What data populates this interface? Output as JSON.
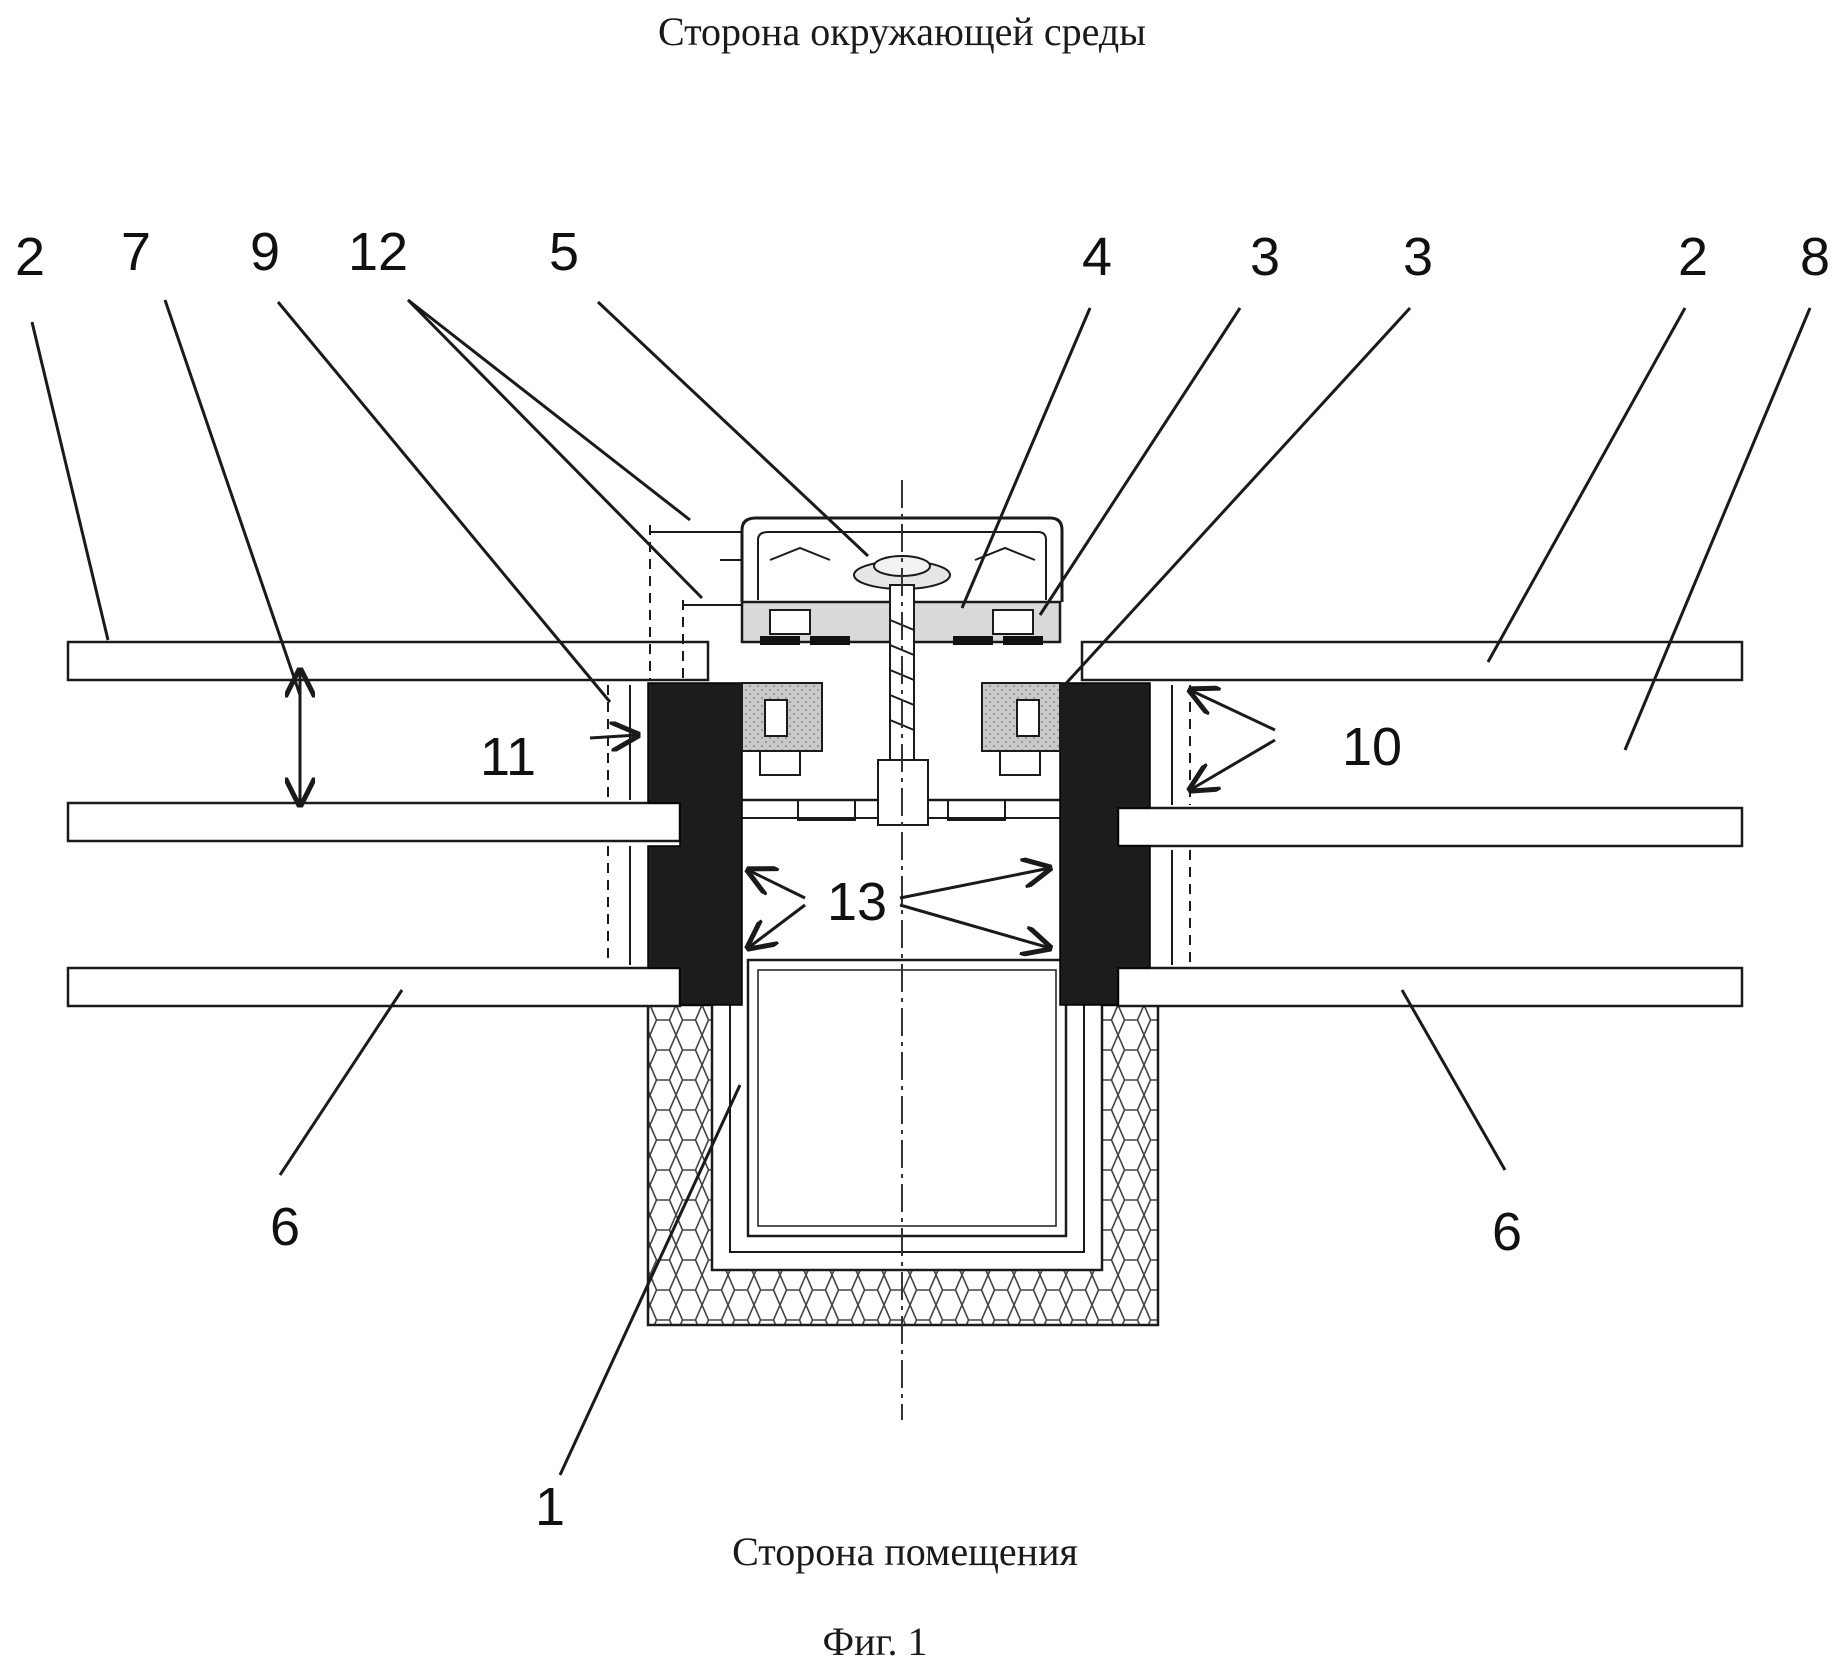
{
  "header": {
    "top_caption": "Сторона окружающей среды"
  },
  "footer": {
    "bottom_caption": "Сторона помещения",
    "figure_caption": "Фиг. 1"
  },
  "labels": {
    "l2_left": "2",
    "l7": "7",
    "l9": "9",
    "l12": "12",
    "l5": "5",
    "l4": "4",
    "l3_a": "3",
    "l3_b": "3",
    "l2_right": "2",
    "l8": "8",
    "l11": "11",
    "l10": "10",
    "l13": "13",
    "l6_left": "6",
    "l6_right": "6",
    "l1": "1"
  }
}
